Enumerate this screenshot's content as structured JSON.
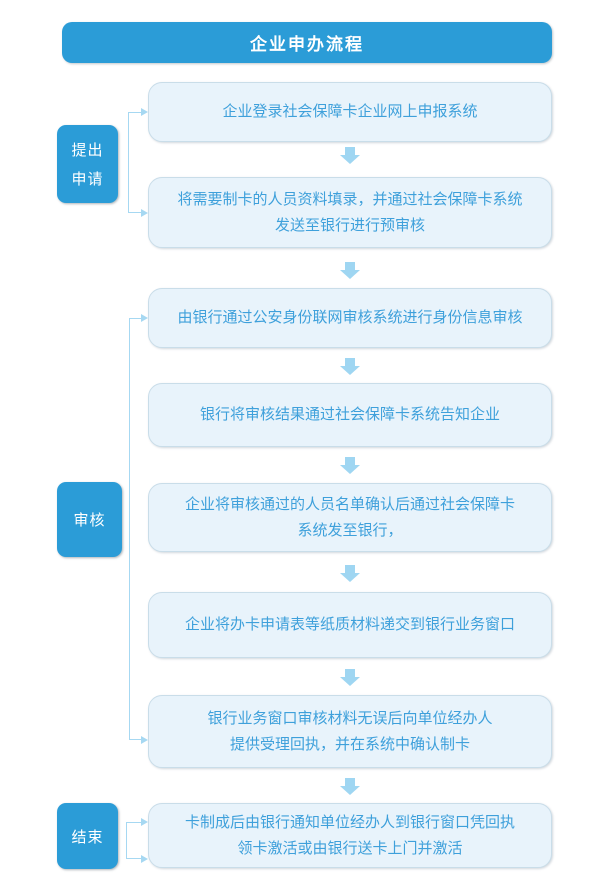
{
  "title": "企业申办流程",
  "colors": {
    "accent_blue": "#2b9cd7",
    "box_fill": "#e8f3fb",
    "box_border": "#c9dde9",
    "box_text": "#3ea0db",
    "arrow": "#9fd6f2",
    "bracket_line": "#a6d8f2",
    "background": "#ffffff"
  },
  "stages": [
    {
      "label": "提出申请",
      "lines": [
        "提出",
        "申请"
      ]
    },
    {
      "label": "审核",
      "lines": [
        "审核"
      ]
    },
    {
      "label": "结束",
      "lines": [
        "结束"
      ]
    }
  ],
  "steps": [
    {
      "lines": [
        "企业登录社会保障卡企业网上申报系统"
      ]
    },
    {
      "lines": [
        "将需要制卡的人员资料填录，并通过社会保障卡系统",
        "发送至银行进行预审核"
      ]
    },
    {
      "lines": [
        "由银行通过公安身份联网审核系统进行身份信息审核"
      ]
    },
    {
      "lines": [
        "银行将审核结果通过社会保障卡系统告知企业"
      ]
    },
    {
      "lines": [
        "企业将审核通过的人员名单确认后通过社会保障卡",
        "系统发至银行，"
      ]
    },
    {
      "lines": [
        "企业将办卡申请表等纸质材料递交到银行业务窗口"
      ]
    },
    {
      "lines": [
        "银行业务窗口审核材料无误后向单位经办人",
        "提供受理回执，并在系统中确认制卡"
      ]
    },
    {
      "lines": [
        "卡制成后由银行通知单位经办人到银行窗口凭回执",
        "领卡激活或由银行送卡上门并激活"
      ]
    }
  ]
}
